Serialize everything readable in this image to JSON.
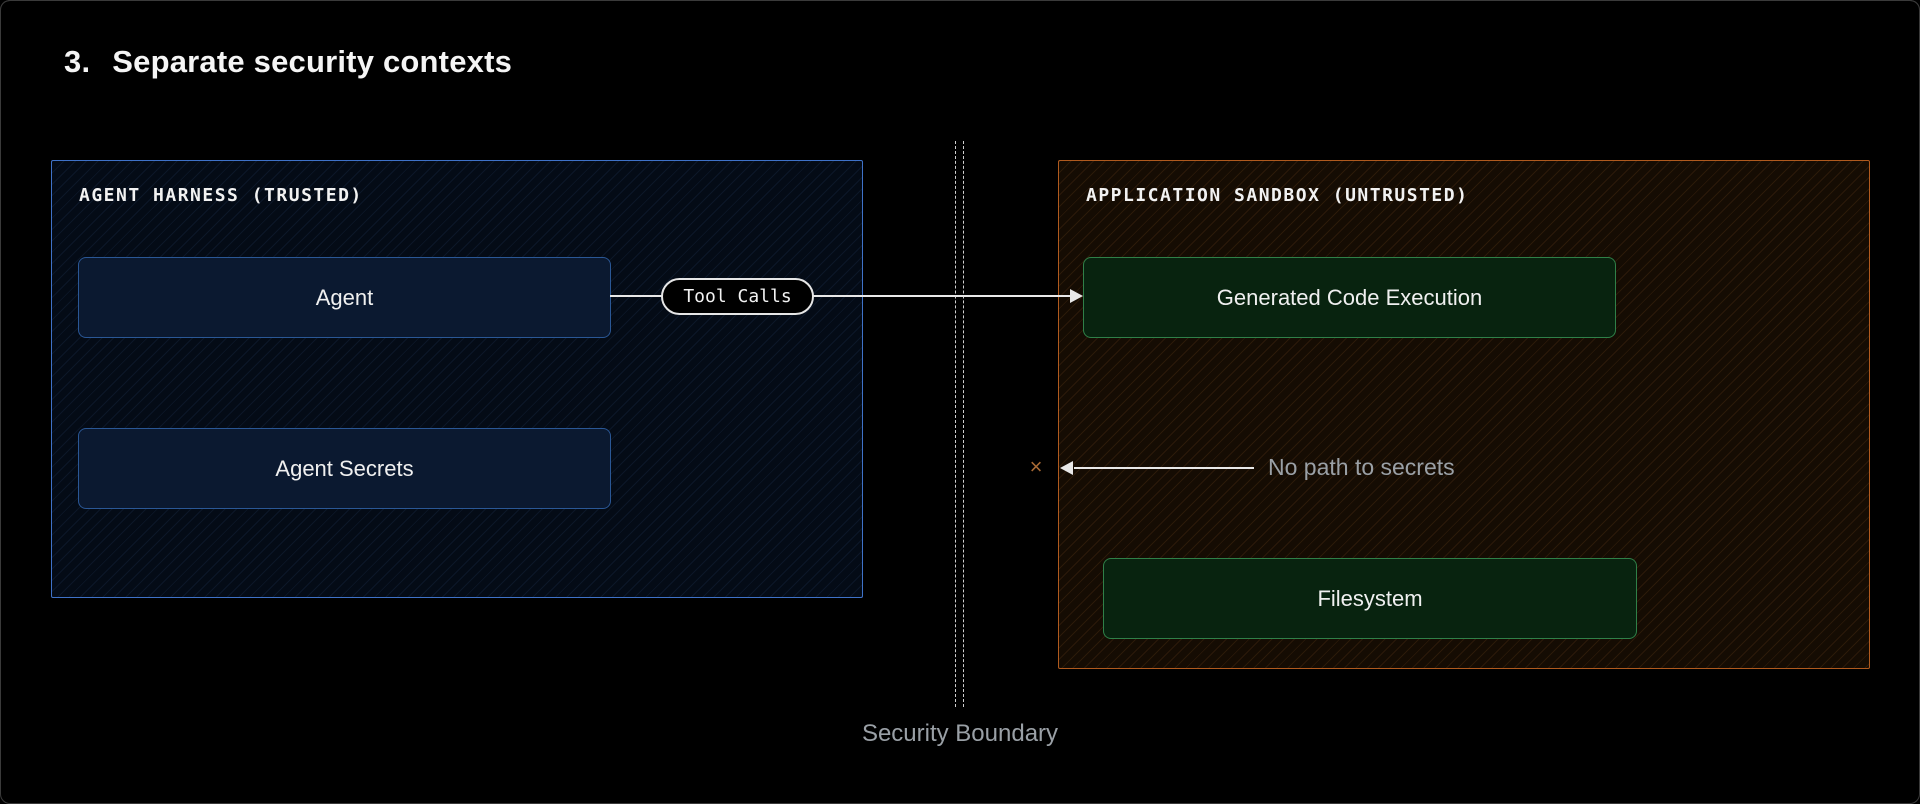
{
  "page": {
    "title_number": "3.",
    "title": "Separate security contexts"
  },
  "trusted_zone": {
    "label": "AGENT HARNESS (TRUSTED)",
    "nodes": [
      {
        "label": "Agent"
      },
      {
        "label": "Agent Secrets"
      }
    ]
  },
  "untrusted_zone": {
    "label": "APPLICATION SANDBOX (UNTRUSTED)",
    "nodes": [
      {
        "label": "Generated Code Execution"
      },
      {
        "label": "Filesystem"
      }
    ]
  },
  "connections": {
    "tool_calls_label": "Tool Calls",
    "no_path_label": "No path to secrets",
    "blocked_icon": "×"
  },
  "boundary": {
    "label": "Security Boundary"
  },
  "colors": {
    "accent_blue": "#3f72c8",
    "node_blue_border": "#2a5795",
    "node_blue_bg": "#0b1930",
    "accent_orange": "#b05a1e",
    "node_green_border": "#2f8048",
    "node_green_bg": "#08230f",
    "line_color": "#e8e8e8",
    "muted_text": "#9aa0a6",
    "blocked_x": "#a96a35"
  }
}
